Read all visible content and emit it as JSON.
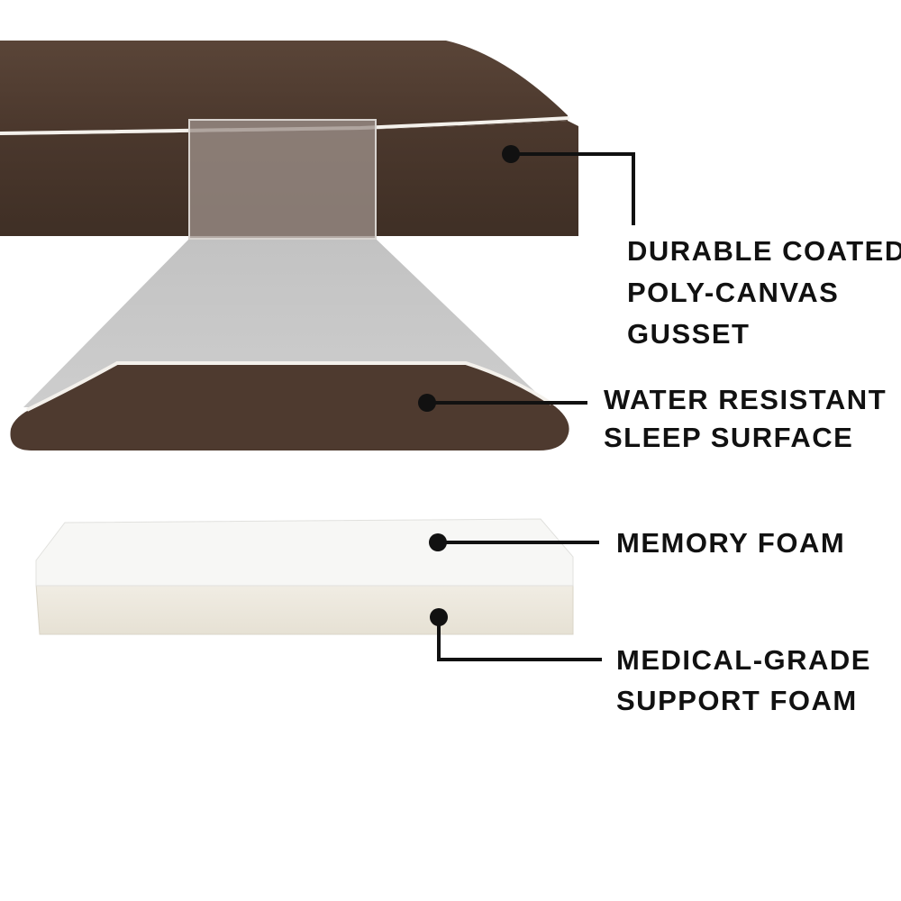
{
  "colors": {
    "cover_brown": "#4e3a2f",
    "piping_white": "#f4f1ec",
    "memory_foam": "#f7f7f5",
    "support_foam": "#ece8dd",
    "leader_line": "#111111"
  },
  "callouts": [
    {
      "id": "gusset",
      "lines": [
        "DURABLE COATED",
        "POLY-CANVAS",
        "GUSSET"
      ]
    },
    {
      "id": "surface",
      "lines": [
        "WATER RESISTANT",
        "SLEEP SURFACE"
      ]
    },
    {
      "id": "memory",
      "lines": [
        "MEMORY FOAM"
      ]
    },
    {
      "id": "support",
      "lines": [
        "MEDICAL-GRADE",
        "SUPPORT FOAM"
      ]
    }
  ]
}
